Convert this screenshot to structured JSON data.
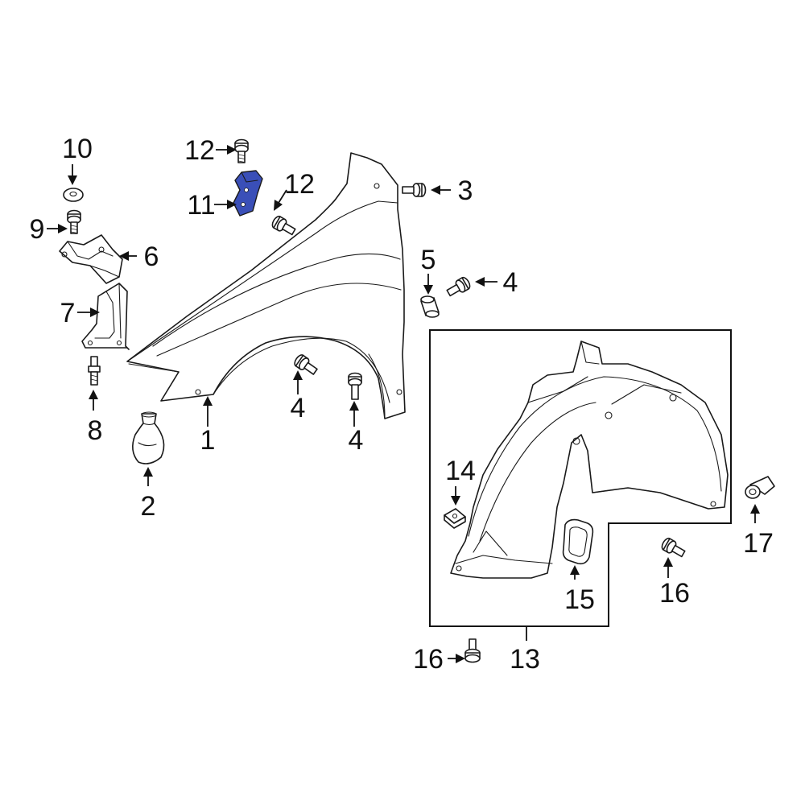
{
  "diagram": {
    "highlight_color": "#3a4fb8",
    "parts": [
      {
        "id": "fender",
        "callout": "1"
      },
      {
        "id": "grommet",
        "callout": "2"
      },
      {
        "id": "bolt-upper-rear",
        "callout": "3"
      },
      {
        "id": "bolt-side",
        "callout": "4"
      },
      {
        "id": "bolt-arch",
        "callout": "4"
      },
      {
        "id": "bolt-lower-rear",
        "callout": "4"
      },
      {
        "id": "spacer",
        "callout": "5"
      },
      {
        "id": "upper-bracket",
        "callout": "6"
      },
      {
        "id": "lower-bracket",
        "callout": "7"
      },
      {
        "id": "stud",
        "callout": "8"
      },
      {
        "id": "bolt-bracket",
        "callout": "9"
      },
      {
        "id": "washer",
        "callout": "10"
      },
      {
        "id": "center-bracket",
        "callout": "11",
        "highlighted": true
      },
      {
        "id": "bolt-top",
        "callout": "12"
      },
      {
        "id": "bolt-mid",
        "callout": "12"
      },
      {
        "id": "liner",
        "callout": "13"
      },
      {
        "id": "nut-clip",
        "callout": "14"
      },
      {
        "id": "liner-seal",
        "callout": "15"
      },
      {
        "id": "bolt-liner-right",
        "callout": "16"
      },
      {
        "id": "bolt-liner-bottom",
        "callout": "16"
      },
      {
        "id": "push-clip",
        "callout": "17"
      }
    ]
  }
}
